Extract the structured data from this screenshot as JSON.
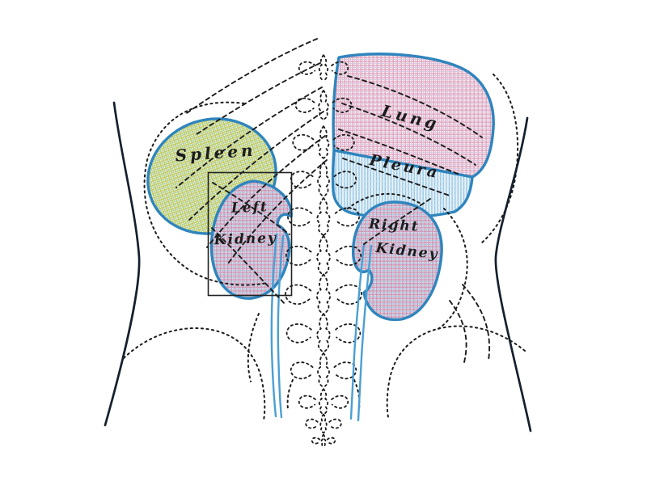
{
  "figure": {
    "labels": {
      "spleen": "Spleen",
      "lung": "Lung",
      "pleura": "Pleura",
      "left_kidney_line1": "Left",
      "left_kidney_line2": "Kidney",
      "right_kidney_line1": "Right",
      "right_kidney_line2": "Kidney"
    },
    "colors": {
      "outline-blue": "#2f85bd",
      "ureter-blue": "#4a9fd4",
      "contour-dark": "#15202d",
      "ink-black": "#1c1c1c",
      "box-black": "#222222",
      "spleen-hatch": "#c5c95b",
      "spleen-hatch2": "#abcf9f",
      "spleen-bg": "#fbfae6",
      "lung-hatch": "#e2a2bd",
      "lung-hatch2": "#d8c6dc",
      "lung-bg": "#fdf6f8",
      "kidney-hatch": "#d891af",
      "kidney-hatch2": "#a9c4dd",
      "kidney-bg": "#faf0f4",
      "pleura-stripe": "#96c6e4",
      "pleura-stripe2": "#cfe4f1",
      "pleura-bg": "#eaf4fa",
      "background": "#ffffff"
    }
  }
}
